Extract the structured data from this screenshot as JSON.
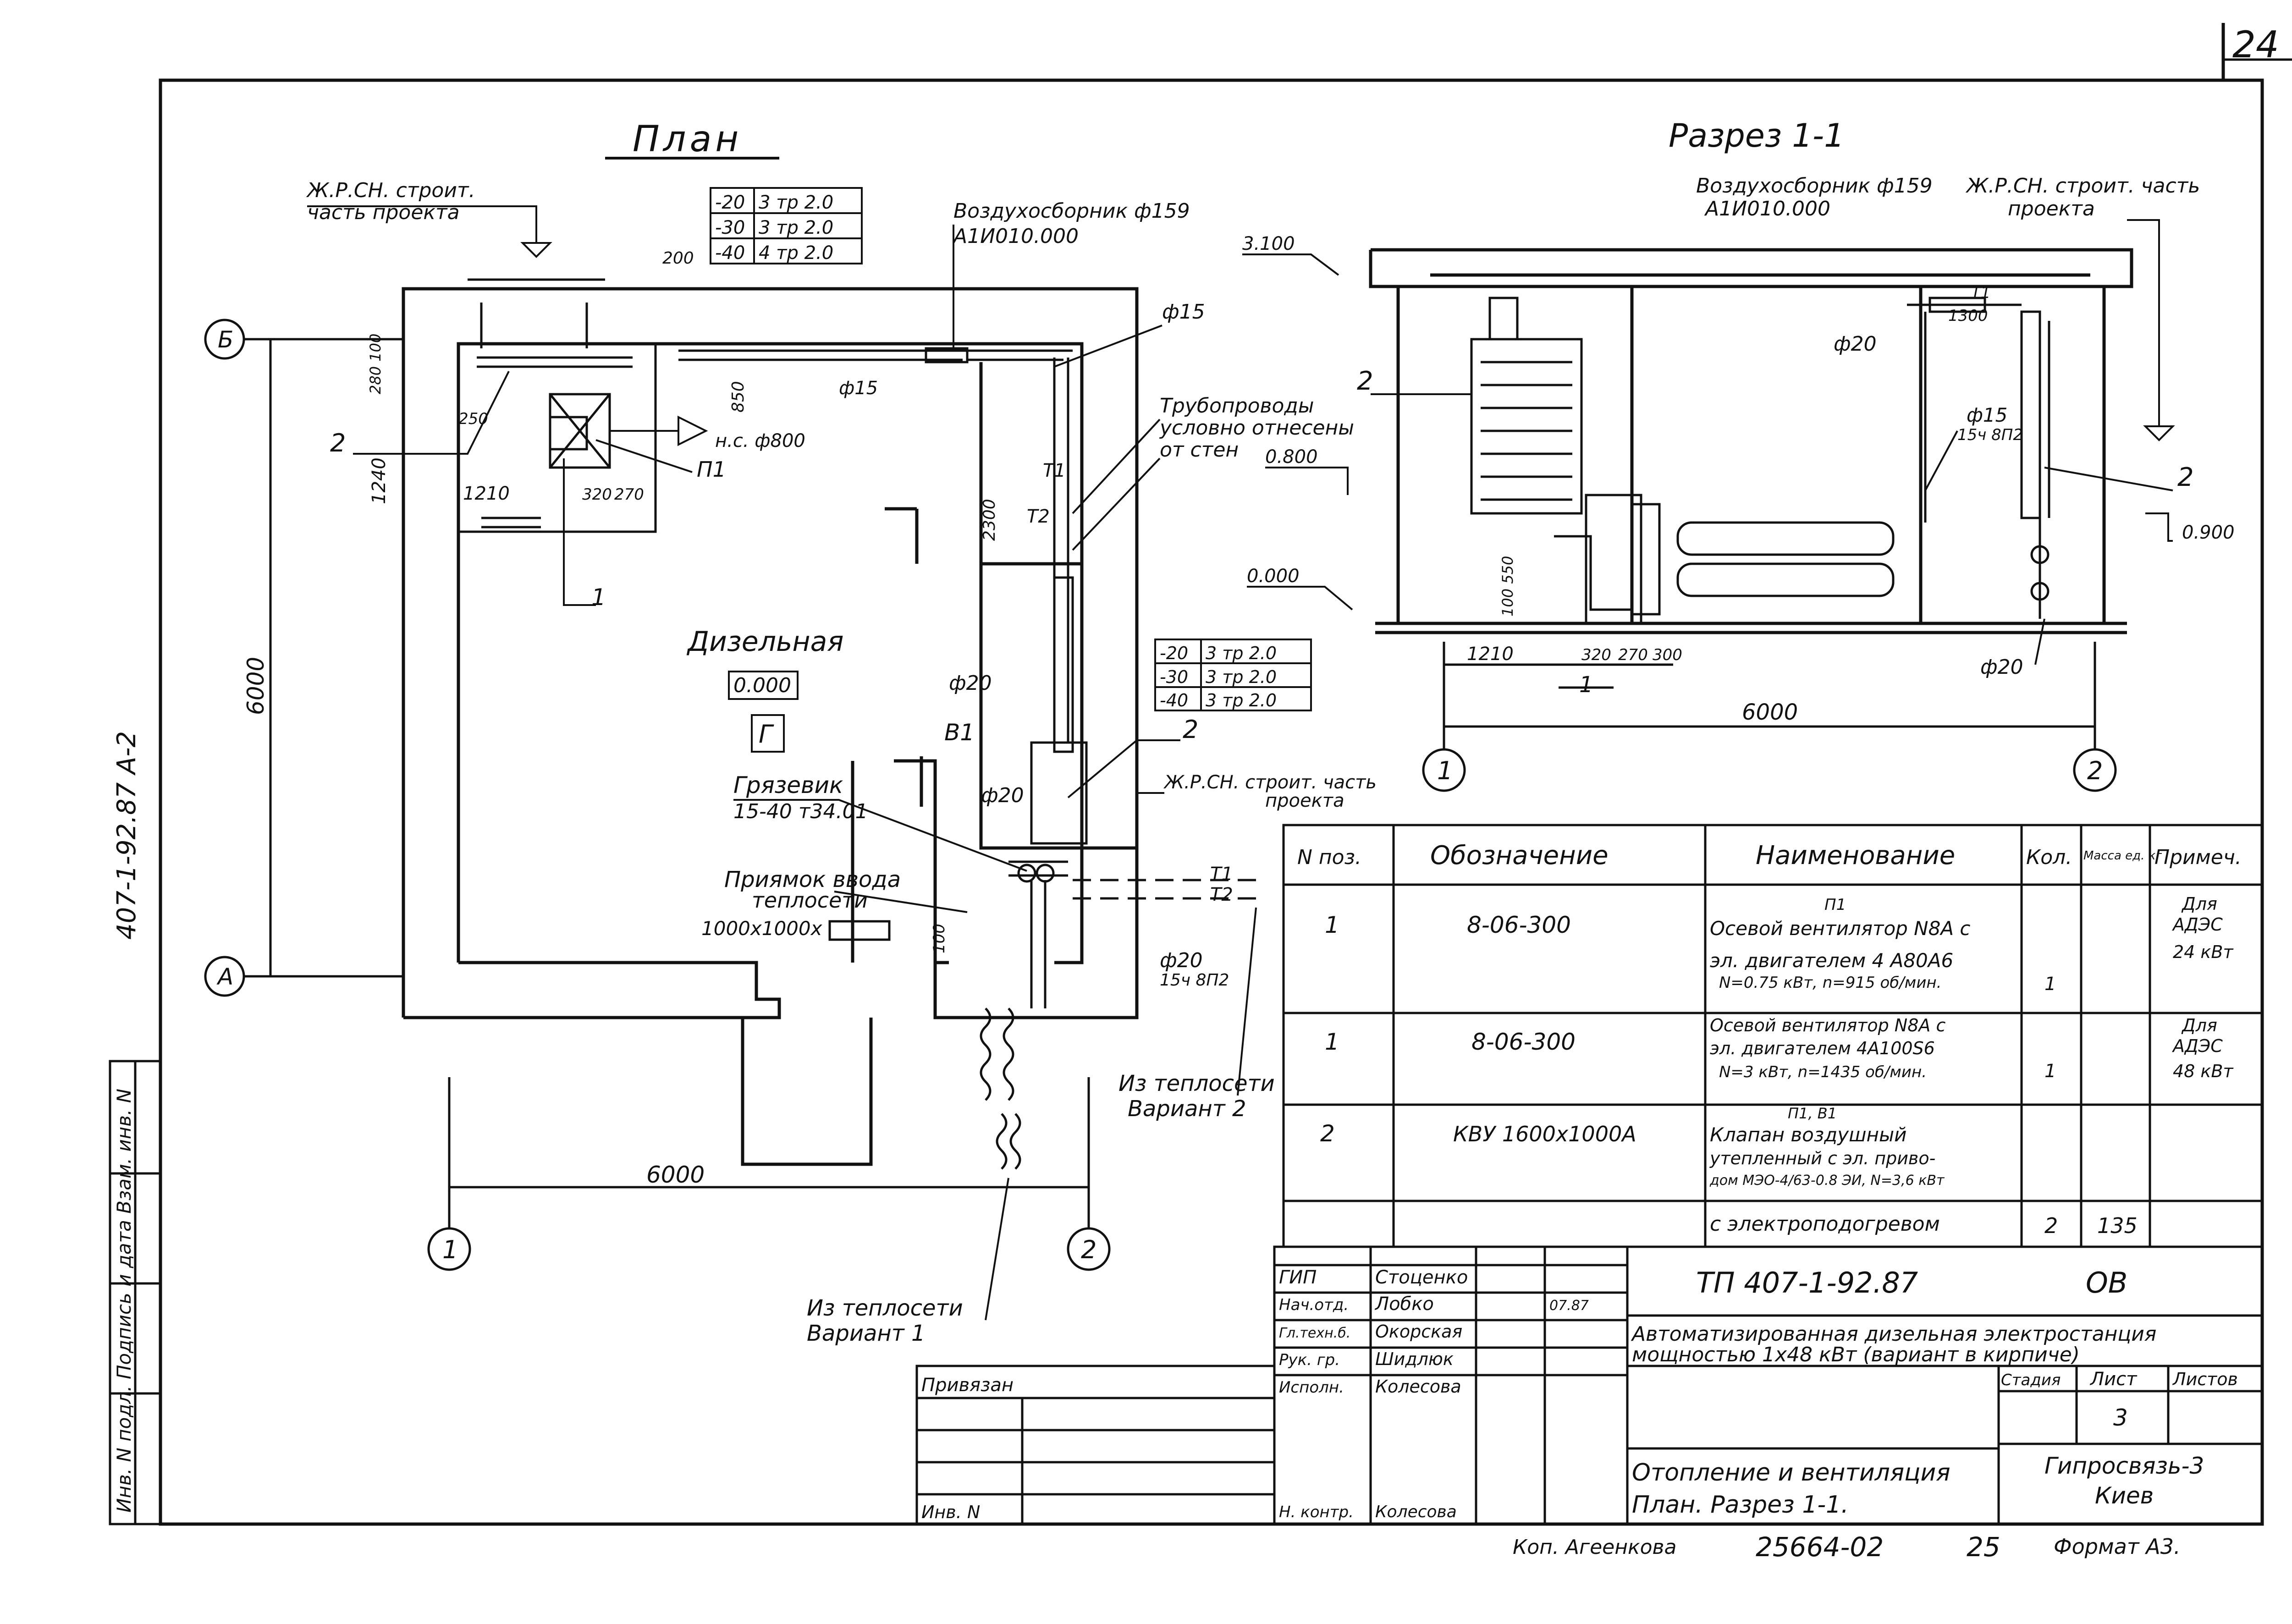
{
  "sheet_number": "24",
  "side_code": "407-1-92.87   А-2",
  "plan": {
    "title": "План",
    "room_name": "Дизельная",
    "room_level": "0.000",
    "room_category": "Г",
    "roof_note_line1": "Ж.Р.СН. строит.",
    "roof_note_line2": "часть проекта",
    "temp_table_1": [
      "-20",
      "3 тр 2.0",
      "-30",
      "3 тр 2.0",
      "-40",
      "4 тр 2.0"
    ],
    "temp_table_2": [
      "-20",
      "3 тр 2.0",
      "-30",
      "3 тр 2.0",
      "-40",
      "3 тр 2.0"
    ],
    "air_collector_line1": "Воздухосборник ф159",
    "air_collector_line2": "А1И010.000",
    "pipes_line1": "Трубопроводы",
    "pipes_line2": "условно отнесены",
    "pipes_line3": "от стен",
    "mud_trap_line1": "Грязевик",
    "mud_trap_line2": "15-40 т34.01",
    "pit_line1": "Приямок ввода",
    "pit_line2": "теплосети",
    "pit_line3": "1000х1000х",
    "roof_note2_line1": "Ж.Р.СН. строит. часть",
    "roof_note2_line2": "проекта",
    "heat_var1_line1": "Из теплосети",
    "heat_var1_line2": "Вариант 1",
    "heat_var2_line1": "Из теплосети",
    "heat_var2_line2": "Вариант 2",
    "axis_b": "Б",
    "axis_a": "А",
    "axis_1": "1",
    "axis_2": "2",
    "dim_6000_h": "6000",
    "dim_6000_v": "6000",
    "dim_200": "200",
    "dim_850": "850",
    "dim_2300": "2300",
    "dim_1210": "1210",
    "dim_1240": "1240",
    "dim_250": "250",
    "dim_320": "320",
    "dim_270": "270",
    "dim_100": "100",
    "dim_280_100": "280 100",
    "label_p1": "П1",
    "label_b1": "В1",
    "label_t1": "Т1",
    "label_t2": "Т2",
    "label_2": "2",
    "label_1": "1",
    "label_ns": "н.с. ф800",
    "label_phi15": "ф15",
    "label_phi15b": "ф15",
    "label_phi20a": "ф20",
    "label_phi20b": "ф20",
    "label_phi20c": "ф20",
    "label_15v8p2": "15ч 8П2"
  },
  "section": {
    "title": "Разрез 1-1",
    "air_collector_line1": "Воздухосборник ф159",
    "air_collector_line2": "А1И010.000",
    "roof_note_line1": "Ж.Р.СН. строит. часть",
    "roof_note_line2": "проекта",
    "level_3100": "3.100",
    "level_0800": "0.800",
    "level_0000": "0.000",
    "level_0900": "0.900",
    "label_phi20a": "ф20",
    "label_phi20b": "ф20",
    "label_phi15": "ф15",
    "label_15v8p2": "15ч 8П2",
    "label_t1": "Т1",
    "dim_1300": "1300",
    "dim_1210": "1210",
    "dim_320": "320",
    "dim_270": "270",
    "dim_300": "300",
    "dim_100_550": "100  550",
    "dim_6000": "6000",
    "label_2a": "2",
    "label_2b": "2",
    "label_1": "1",
    "axis_1": "1",
    "axis_2": "2"
  },
  "spec": {
    "headers": [
      "N поз.",
      "Обозначение",
      "Наименование",
      "Кол.",
      "Масса ед. кг",
      "Примеч."
    ],
    "rows": [
      {
        "pos": "1",
        "code": "8-06-300",
        "name1": "П1",
        "name2": "Осевой вентилятор N8А с",
        "name3": "эл. двигателем 4 А80А6",
        "name4": "N=0.75 кВт, n=915 об/мин.",
        "qty": "1",
        "mass": "",
        "note1": "Для",
        "note2": "АДЭС",
        "note3": "24 кВт"
      },
      {
        "pos": "1",
        "code": "8-06-300",
        "name1": "",
        "name2": "Осевой вентилятор N8А с",
        "name3": "эл. двигателем 4А100S6",
        "name4": "N=3 кВт, n=1435 об/мин.",
        "qty": "1",
        "mass": "",
        "note1": "Для",
        "note2": "АДЭС",
        "note3": "48 кВт"
      },
      {
        "pos": "2",
        "code": "КВУ 1600х1000А",
        "name1": "П1, В1",
        "name2": "Клапан воздушный",
        "name3": "утепленный с эл. приво-",
        "name4": "дом МЭО-4/63-0.8 ЭИ, N=3,6 кВт",
        "qty": "",
        "mass": "",
        "note1": "",
        "note2": "",
        "note3": ""
      },
      {
        "pos": "",
        "code": "",
        "name1": "",
        "name2": "с электроподогревом",
        "name3": "",
        "name4": "",
        "qty": "2",
        "mass": "135",
        "note1": "",
        "note2": "",
        "note3": ""
      }
    ]
  },
  "title_block": {
    "staff": [
      {
        "role": "ГИП",
        "name": "Стоценко"
      },
      {
        "role": "Нач.отд.",
        "name": "Лобко"
      },
      {
        "role": "Гл.техн.б.",
        "name": "Окорская"
      },
      {
        "role": "Рук. гр.",
        "name": "Шидлюк"
      },
      {
        "role": "Исполн.",
        "name": "Колесова"
      }
    ],
    "date": "07.87",
    "project_code": "ТП 407-1-92.87",
    "mark": "ОВ",
    "project_name_line1": "Автоматизированная дизельная электростанция",
    "project_name_line2": "мощностью 1х48 кВт (вариант в кирпиче)",
    "stage_label": "Стадия",
    "sheet_label": "Лист",
    "sheets_label": "Листов",
    "sheet_value": "3",
    "drawing_title_line1": "Отопление и вентиляция",
    "drawing_title_line2": "План. Разрез 1-1.",
    "org_line1": "Гипросвязь-3",
    "org_line2": "Киев",
    "privyazan": "Привязан",
    "inv_no": "Инв. N",
    "checker_role": "Н. контр.",
    "checker_name": "Колесова",
    "copied_by": "Коп. Агеенкова",
    "inventory_number": "25664-02",
    "page_ref": "25",
    "format": "Формат А3.",
    "side_stamp": "Инв. N подл.   Подпись и дата   Взам. инв. N"
  },
  "colors": {
    "ink": "#111111",
    "paper": "#ffffff"
  }
}
